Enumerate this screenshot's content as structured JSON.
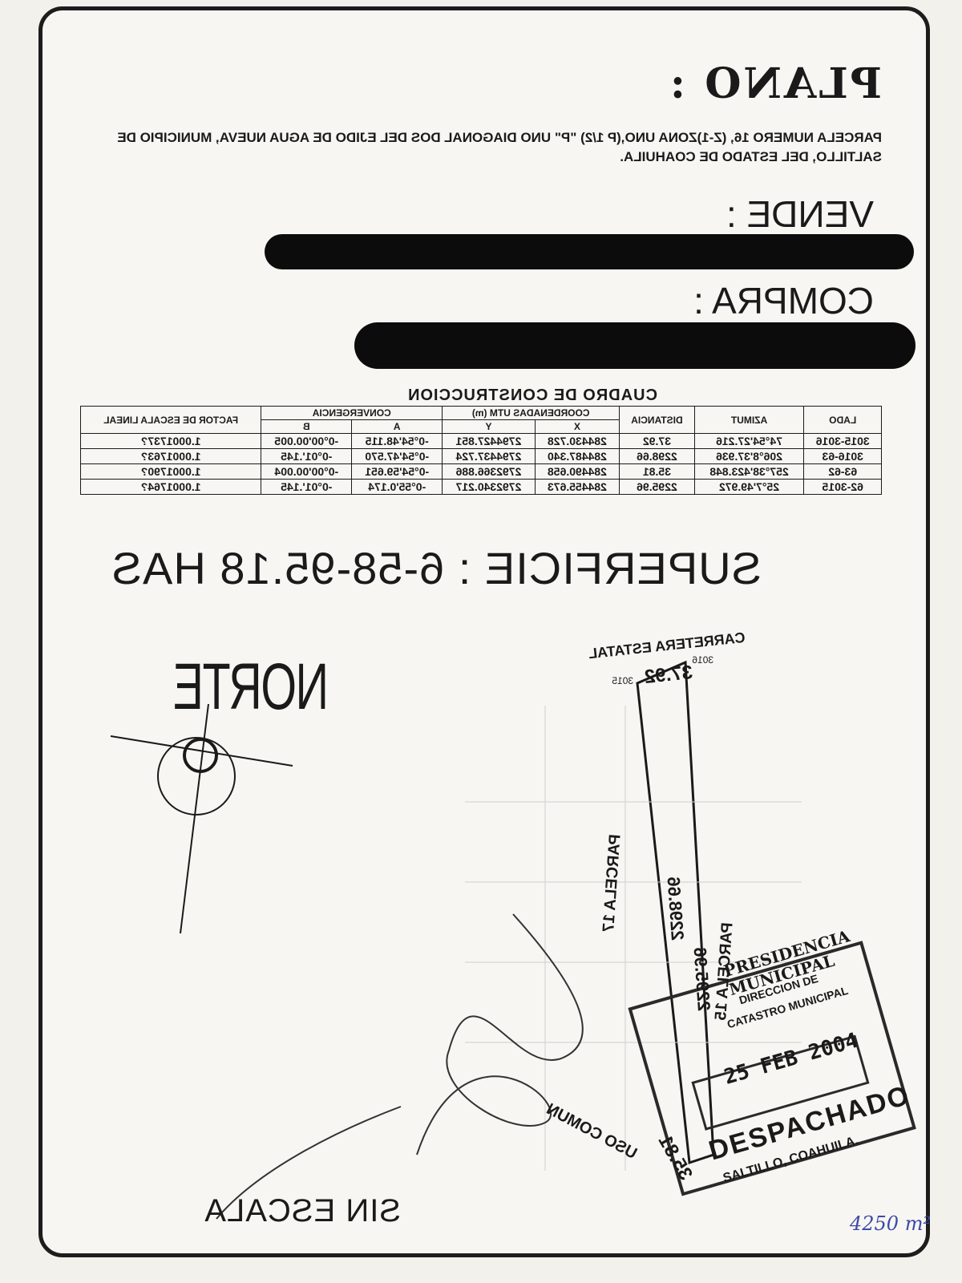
{
  "document": {
    "title": "PLANO :",
    "description": "PARCELA NUMERO 16, (Z-1)ZONA UNO,(P 1/2) \"P\" UNO DIAGONAL DOS DEL EJIDO DE AGUA NUEVA, MUNICIPIO DE SALTILLO, DEL ESTADO DE COAHUILA.",
    "vende_label": "VENDE :",
    "compra_label": "COMPRA :",
    "table": {
      "title": "CUADRO DE CONSTRUCCION",
      "headers": {
        "lado": "LADO",
        "azimut": "AZIMUT",
        "distancia": "DISTANCIA",
        "coordenadas": "COORDENADAS UTM",
        "coord_unit": "(m)",
        "x": "X",
        "y": "Y",
        "convergencia": "CONVERGENCIA",
        "a": "A",
        "b": "B",
        "factor": "FACTOR DE ESCALA LINEAL"
      },
      "rows": [
        [
          "3015-3016",
          "74°54'27.216",
          "37.92",
          "284430.728",
          "2794427.851",
          "-0°54'48.115",
          "-0°00'00.005",
          "1.0001737?"
        ],
        [
          "3016-63",
          "206°8'37.936",
          "2298.66",
          "284487.340",
          "2794437.724",
          "-0°54'47.570",
          "-0°01'.145",
          "1.0001763?"
        ],
        [
          "63-62",
          "257°38'423.848",
          "35.81",
          "284490.658",
          "2792366.886",
          "-0°54'59.651",
          "-0°00'00.004",
          "1.0001790?"
        ],
        [
          "62-3015",
          "25°7'49.972",
          "2295.96",
          "284455.673",
          "2792340.217",
          "-0°55'0.174",
          "-0°01'.145",
          "1.0001764?"
        ]
      ]
    },
    "superficie": "SUPERFICIE : 6-58-95.18 HAS",
    "norte": "NORTE",
    "sin_escala": "SIN ESCALA",
    "plan_labels": {
      "carretera": "CARRETERA ESTATAL",
      "v3015": "3015",
      "v3016": "3016",
      "d_top": "37.92",
      "d_left": "2298.66",
      "d_right": "2295.96",
      "d_bottom": "35.81",
      "parcela17": "PARCELA 17",
      "parcela15": "PARCELA 15",
      "uso_comun": "USO COMUN"
    },
    "stamp": {
      "line1": "PRESIDENCIA MUNICIPAL",
      "line2": "DIRECCION DE",
      "line3": "CATASTRO MUNICIPAL",
      "date": "25 FEB 2004",
      "status": "DESPACHADO",
      "city": "SALTILLO, COAHUILA."
    },
    "handwritten_note": "4250 m²"
  }
}
